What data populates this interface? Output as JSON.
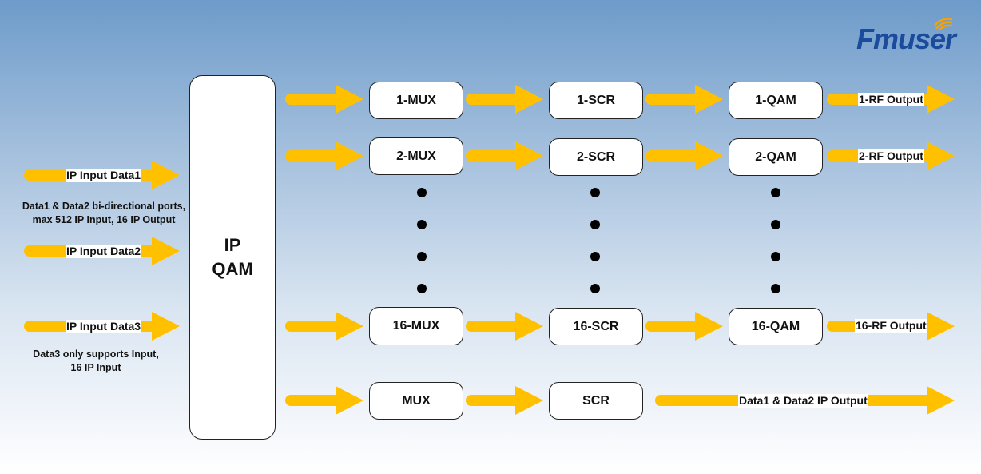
{
  "logo": {
    "text": "FMUSER"
  },
  "colors": {
    "arrow": "#FFC000",
    "background_top": "#6e9bca",
    "box_border": "#222222"
  },
  "inputs": [
    {
      "label": "IP Input Data1"
    },
    {
      "label": "IP Input Data2"
    },
    {
      "label": "IP Input Data3"
    }
  ],
  "notes": {
    "data12": [
      "Data1 & Data2 bi-directional ports,",
      "max 512 IP Input, 16 IP Output"
    ],
    "data3": [
      "Data3 only supports Input,",
      "16 IP Input"
    ]
  },
  "core": {
    "line1": "IP",
    "line2": "QAM"
  },
  "rows": [
    {
      "mux": "1-MUX",
      "scr": "1-SCR",
      "qam": "1-QAM",
      "output": "1-RF Output"
    },
    {
      "mux": "2-MUX",
      "scr": "2-SCR",
      "qam": "2-QAM",
      "output": "2-RF Output"
    },
    {
      "mux": "16-MUX",
      "scr": "16-SCR",
      "qam": "16-QAM",
      "output": "16-RF Output"
    },
    {
      "mux": "MUX",
      "scr": "SCR",
      "output": "Data1 & Data2 IP Output"
    }
  ]
}
